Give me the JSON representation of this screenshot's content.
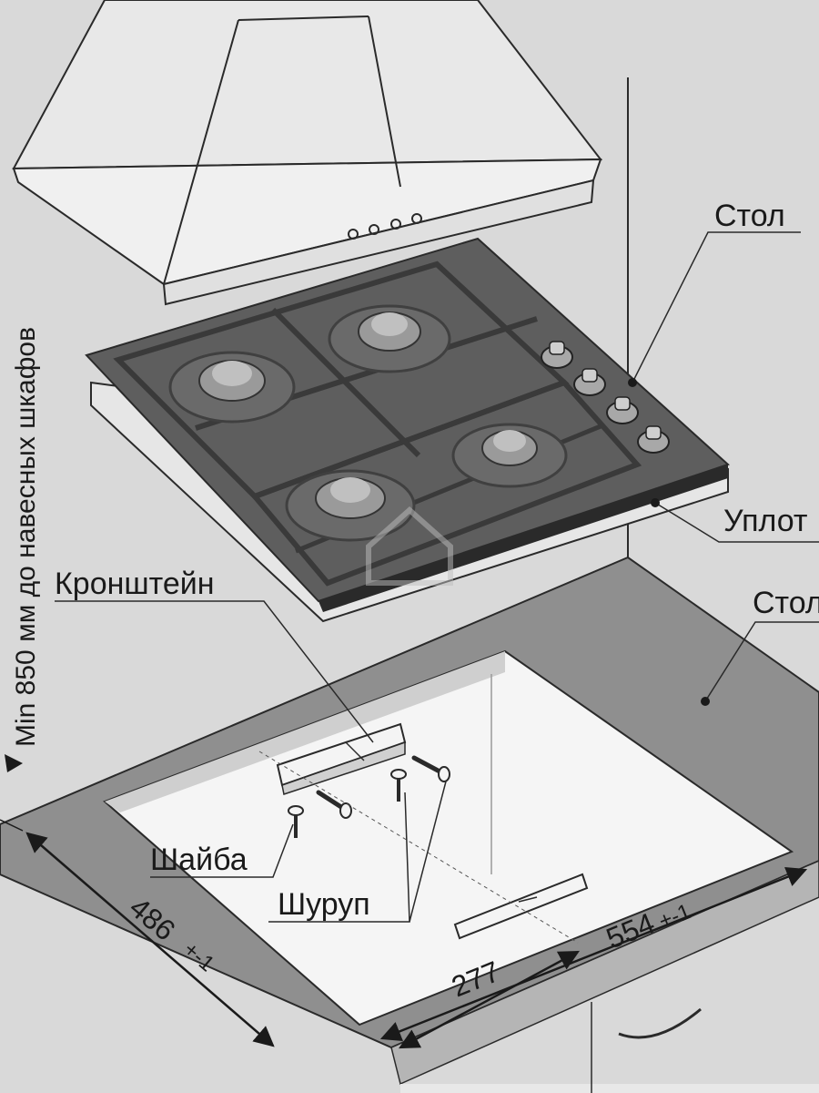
{
  "labels": {
    "table_top": "Стол",
    "seal": "Уплот",
    "table_mid": "Стол",
    "bracket": "Кронштейн",
    "washer": "Шайба",
    "screw": "Шуруп",
    "vertical_note": "Min 850 мм до навесных шкафов"
  },
  "dimensions": {
    "depth": "486",
    "depth_tol": "+-1",
    "width": "554",
    "width_tol": "+-1",
    "half_width": "277"
  },
  "colors": {
    "background": "#d9d9d9",
    "hob_surface": "#5e5e5e",
    "countertop": "#8f8f8f",
    "cutout": "#f2f2f2",
    "hood": "#e6e6e6"
  },
  "icons": [
    "range-hood-icon",
    "gas-hob-icon",
    "burner-icon",
    "knob-icon",
    "bracket-icon",
    "screw-icon",
    "washer-icon"
  ]
}
